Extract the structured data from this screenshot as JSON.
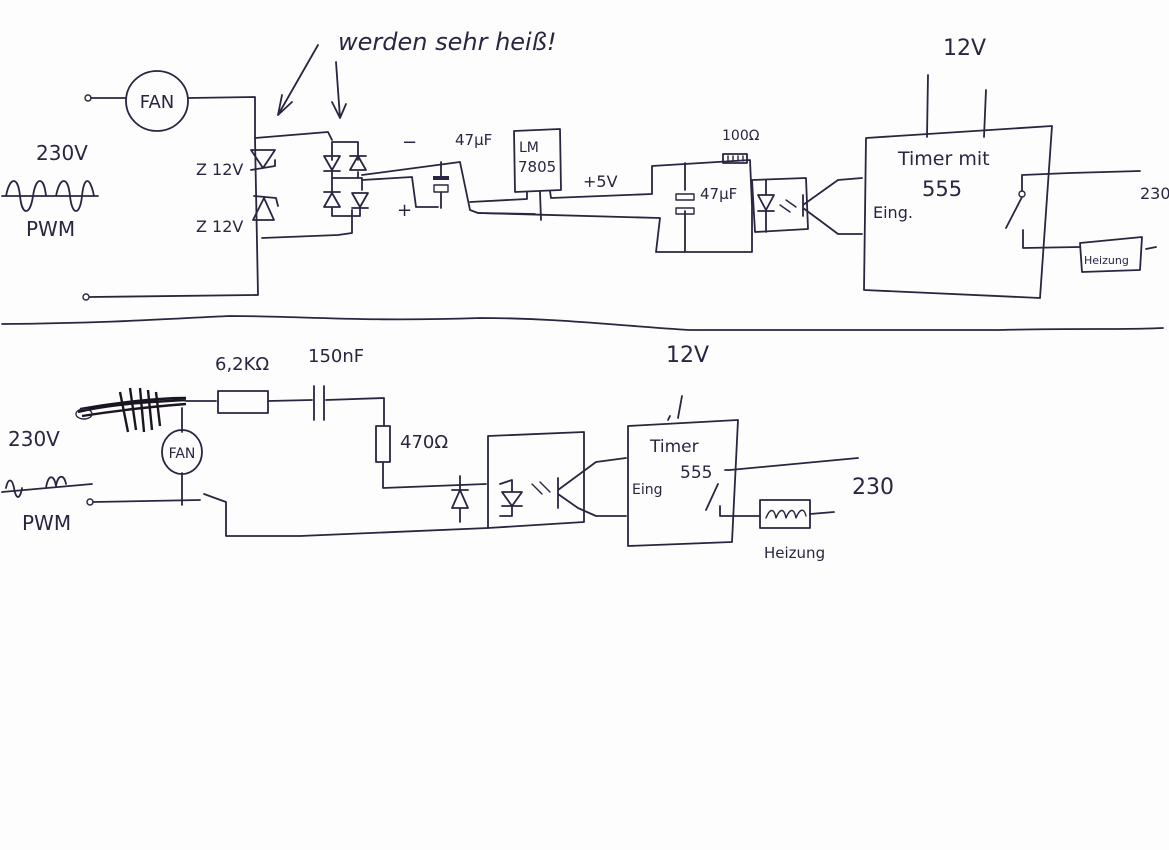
{
  "page": {
    "title": "Hand-drawn schematic: PWM fan signal to 555 timer heater control",
    "ink_color": "#2a2540",
    "paper_color": "#fdfdfd"
  },
  "top_circuit": {
    "annotation": "werden sehr heiß!",
    "source_voltage": "230V",
    "source_label": "PWM",
    "fan_label": "FAN",
    "zener_1": "Z 12V",
    "zener_2": "Z 12V",
    "bridge_minus": "−",
    "bridge_plus": "+",
    "cap_1": "47µF",
    "regulator_line1": "LM",
    "regulator_line2": "7805",
    "regulated_voltage": "+5V",
    "resistor": "100Ω",
    "cap_2": "47µF",
    "supply": "12V",
    "timer_line1": "Timer mit",
    "timer_line2": "555",
    "timer_input": "Eing.",
    "mains": "230",
    "heater": "Heizung"
  },
  "bottom_circuit": {
    "source_voltage": "230V",
    "source_label": "PWM",
    "fan_label": "FAN",
    "resistor_1": "6,2KΩ",
    "capacitor": "150nF",
    "resistor_2": "470Ω",
    "supply": "12V",
    "timer_line1": "Timer",
    "timer_line2": "555",
    "timer_input": "Eing",
    "mains": "230",
    "heater": "Heizung"
  }
}
